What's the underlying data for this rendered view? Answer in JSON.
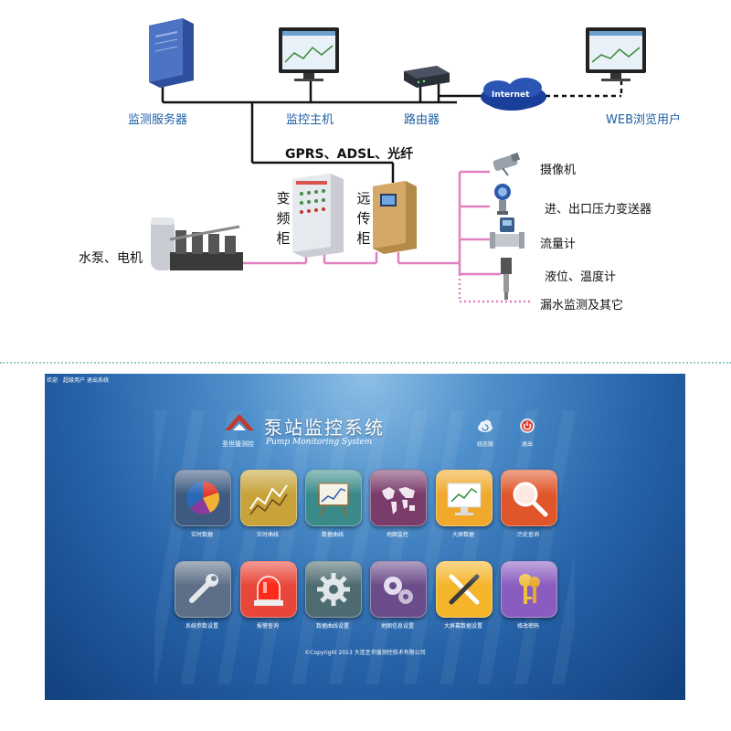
{
  "network": {
    "server_label": "监测服务器",
    "host_label": "监控主机",
    "router_label": "路由器",
    "internet_text": "Internet",
    "web_user_label": "WEB浏览用户",
    "link_label": "GPRS、ADSL、光纤",
    "inverter_cabinet_label": "变频柜",
    "remote_cabinet_label": "远传柜",
    "pump_label": "水泵、电机",
    "sensors": [
      "摄像机",
      "进、出口压力变送器",
      "流量计",
      "液位、温度计",
      "漏水监测及其它"
    ]
  },
  "app": {
    "topbar": {
      "welcome": "欢迎",
      "user": "超级用户",
      "logout": "退出系统"
    },
    "title": "泵站监控系统",
    "brand": "圣世援测控",
    "english_title": "Pump Monitoring System",
    "tools": [
      {
        "label": "组态版",
        "icon": "cloud-refresh-icon"
      },
      {
        "label": "退出",
        "icon": "power-icon"
      }
    ],
    "modules_row1": [
      {
        "label": "实时数据",
        "icon": "pie-chart-icon",
        "color": "#3e5a80"
      },
      {
        "label": "实时曲线",
        "icon": "line-chart-icon",
        "color": "#c7a33a"
      },
      {
        "label": "数据曲线",
        "icon": "easel-chart-icon",
        "color": "#3a8a8a"
      },
      {
        "label": "地图监控",
        "icon": "world-map-icon",
        "color": "#7a3c6a"
      },
      {
        "label": "大屏数据",
        "icon": "monitor-chart-icon",
        "color": "#f0a92a"
      },
      {
        "label": "历史查询",
        "icon": "magnifier-icon",
        "color": "#e0562a"
      }
    ],
    "modules_row2": [
      {
        "label": "系统参数设置",
        "icon": "wrench-icon",
        "color": "#5c6f86"
      },
      {
        "label": "报警查询",
        "icon": "alarm-light-icon",
        "color": "#e84638"
      },
      {
        "label": "数据曲线设置",
        "icon": "gear-tools-icon",
        "color": "#4d6b70"
      },
      {
        "label": "地图信息设置",
        "icon": "gears-icon",
        "color": "#6b4c8a"
      },
      {
        "label": "大屏幕数据设置",
        "icon": "crossed-tools-icon",
        "color": "#f5b52a"
      },
      {
        "label": "修改密码",
        "icon": "keys-icon",
        "color": "#8a5cc0"
      }
    ],
    "copyright": "©Copyright   2013    大连圣世援测控技术有限公司"
  }
}
